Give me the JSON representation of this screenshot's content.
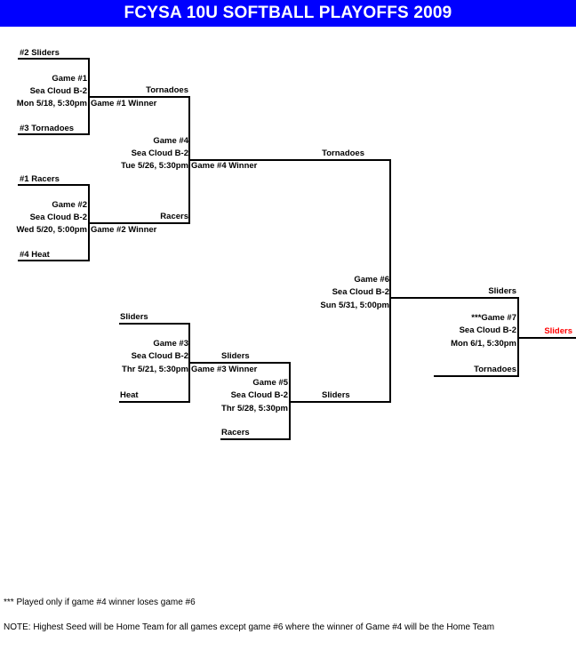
{
  "title": "FCYSA 10U SOFTBALL PLAYOFFS 2009",
  "seeds": {
    "s2": "#2 Sliders",
    "s3": "#3 Tornadoes",
    "s1": "#1 Racers",
    "s4": "#4 Heat"
  },
  "game1": {
    "label": "Game #1",
    "venue": "Sea Cloud B-2",
    "time": "Mon 5/18, 5:30pm",
    "winner_label": "Game #1 Winner",
    "winner": "Tornadoes"
  },
  "game2": {
    "label": "Game #2",
    "venue": "Sea Cloud B-2",
    "time": "Wed 5/20, 5:00pm",
    "winner_label": "Game #2 Winner",
    "winner": "Racers"
  },
  "game3": {
    "label": "Game #3",
    "venue": "Sea Cloud B-2",
    "time": "Thr 5/21, 5:30pm",
    "winner_label": "Game #3 Winner",
    "top": "Sliders",
    "bottom": "Heat"
  },
  "game4": {
    "label": "Game #4",
    "venue": "Sea Cloud B-2",
    "time": "Tue 5/26, 5:30pm",
    "winner_label": "Game #4 Winner",
    "winner": "Tornadoes"
  },
  "game5": {
    "label": "Game #5",
    "venue": "Sea Cloud B-2",
    "time": "Thr 5/28, 5:30pm",
    "top": "Sliders",
    "bottom": "Racers",
    "winner": "Sliders"
  },
  "game6": {
    "label": "Game #6",
    "venue": "Sea Cloud B-2",
    "time": "Sun 5/31, 5:00pm",
    "winner": "Sliders"
  },
  "game7": {
    "label": "***Game #7",
    "venue": "Sea Cloud B-2",
    "time": "Mon 6/1, 5:30pm",
    "bottom": "Tornadoes",
    "champion": "Sliders"
  },
  "notes": {
    "footnote": "*** Played only if game #4 winner loses game #6",
    "note": "NOTE:  Highest Seed will be Home Team for all games except game #6 where the winner of Game #4 will be the Home Team"
  },
  "colors": {
    "title_bg": "#0000ff",
    "champion": "#ff0000"
  }
}
